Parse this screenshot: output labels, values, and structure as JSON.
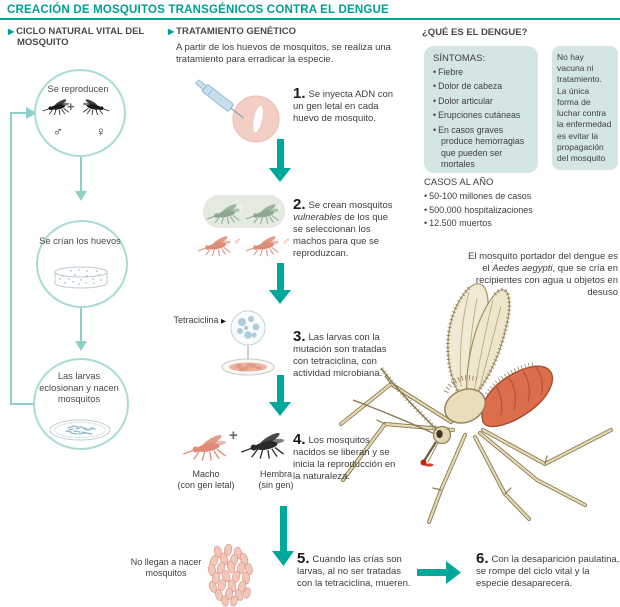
{
  "glyphs": {
    "triangle": "▶",
    "bullet": "•",
    "plus": "+",
    "male": "♂",
    "female": "♀"
  },
  "title": "CREACIÓN DE MOSQUITOS TRANSGÉNICOS CONTRA EL DENGUE",
  "cycle": {
    "heading": "CICLO NATURAL VITAL DEL MOSQUITO",
    "nodes": [
      "Se reproducen",
      "Se crían los huevos",
      "Las larvas eclosionan y nacen mosquitos"
    ]
  },
  "treatment": {
    "heading": "TRATAMIENTO GENÉTICO",
    "intro": "A partir de los huevos de mosquitos, se realiza una tratamiento para erradicar la especie.",
    "tetracycline": "Tetraciclina",
    "steps": [
      {
        "num": "1.",
        "text": "Se inyecta ADN con un gen letal en cada huevo de mosquito."
      },
      {
        "num": "2.",
        "pre": "Se crean mosquitos ",
        "italic": "vulnerables",
        "post": " de los que se seleccionan los machos para que se reproduzcan."
      },
      {
        "num": "3.",
        "text": "Las larvas con la mutación son tratadas con tetraciclina, con actividad microbiana."
      },
      {
        "num": "4.",
        "text": "Los mosquitos nacidos se liberan y se inicia la reproducción en la naturaleza."
      },
      {
        "num": "5.",
        "text": "Cuando las crías son larvas, al no ser tratadas con la tetraciclina, mueren."
      },
      {
        "num": "6.",
        "text": "Con la desaparición paulatina, se rompe del ciclo vital y la especie desaparecerá."
      }
    ],
    "male_label": "Macho",
    "male_sub": "(con gen letal)",
    "female_label": "Hembra",
    "female_sub": "(sin gen)",
    "no_birth": "No llegan a nacer mosquitos"
  },
  "dengue": {
    "heading": "¿QUÉ ES EL DENGUE?",
    "symptoms_title": "SÍNTOMAS:",
    "symptoms": [
      "Fiebre",
      "Dolor de cabeza",
      "Dolor articular",
      "Erupciones cutáneas",
      "En casos graves produce hemorragias que pueden ser mortales"
    ],
    "no_vaccine": "No hay vacuna ni tratamiento. La única forma de luchar contra la enfermedad es evitar la propagación del mosquito",
    "cases_title": "CASOS AL AÑO",
    "cases": [
      "50-100 millones de casos",
      "500.000 hospitalizaciones",
      "12.500 muertos"
    ]
  },
  "note": {
    "pre": "El mosquito portador del dengue es el ",
    "italic": "Aedes aegypti",
    "post": ", que se cría en recipientes con agua u objetos en desuso"
  },
  "colors": {
    "teal": "#009E96",
    "arrow": "#00A79B",
    "light_teal": "#A9DBD6",
    "box_bg": "#D3E6E4",
    "text": "#3E3E3E"
  }
}
